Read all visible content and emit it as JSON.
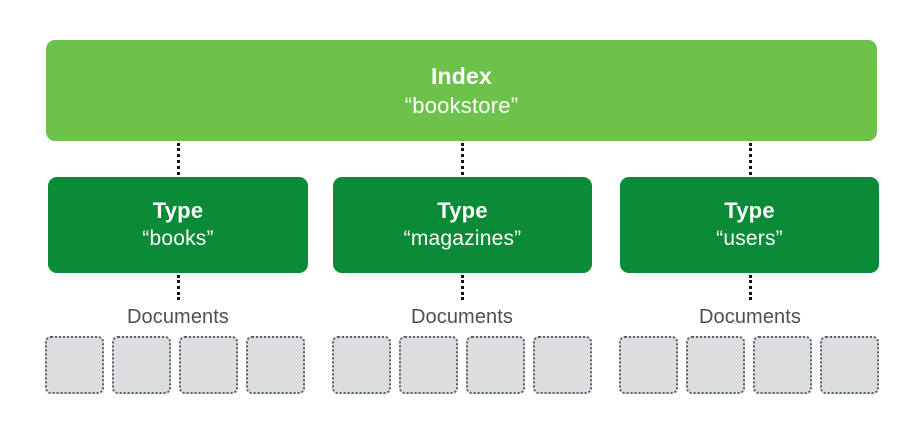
{
  "diagram": {
    "title_semantic": "elasticsearch-index-type-document-hierarchy",
    "colors": {
      "index_fill": "#6CC24A",
      "type_fill": "#0B8A38",
      "document_fill": "#DCDDDF",
      "document_border": "#59606C",
      "label_text": "#4A4F59",
      "box_text": "#FFFFFF",
      "connector": "#111111",
      "background": "#FFFFFF"
    },
    "index": {
      "label": "Index",
      "value": "“bookstore”"
    },
    "types": [
      {
        "label": "Type",
        "value": "“books”",
        "documents_label": "Documents",
        "document_count": 4
      },
      {
        "label": "Type",
        "value": "“magazines”",
        "documents_label": "Documents",
        "document_count": 4
      },
      {
        "label": "Type",
        "value": "“users”",
        "documents_label": "Documents",
        "document_count": 4
      }
    ]
  }
}
